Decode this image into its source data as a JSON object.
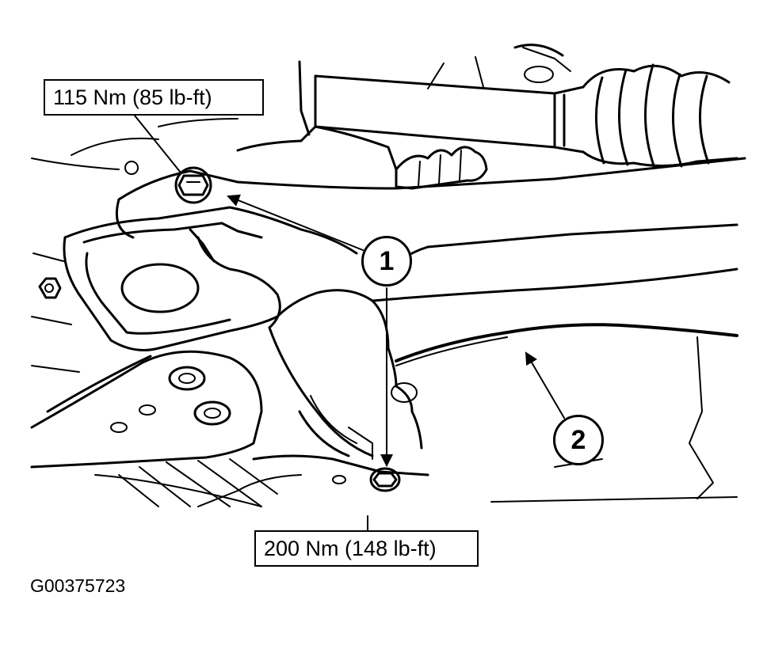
{
  "callouts": {
    "upper_torque": "115 Nm (85 lb-ft)",
    "lower_torque": "200 Nm (148 lb-ft)"
  },
  "markers": {
    "one": "1",
    "two": "2"
  },
  "figure_id": "G00375723"
}
